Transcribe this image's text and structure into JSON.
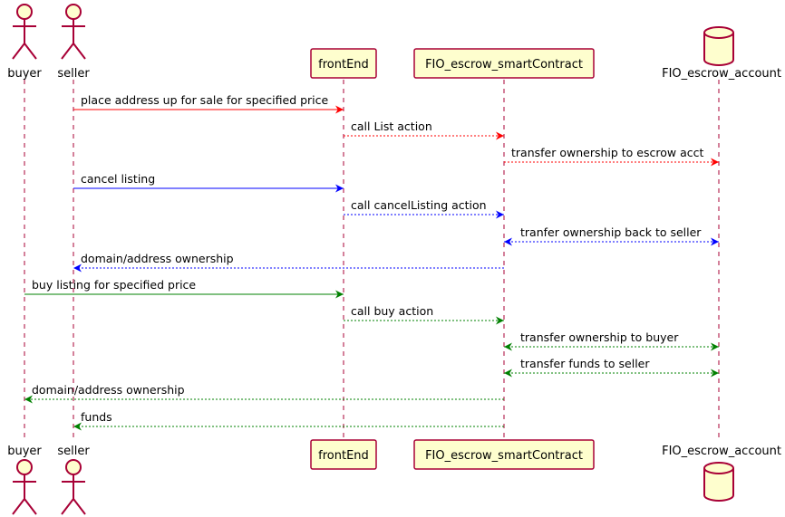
{
  "participants": [
    {
      "id": "buyer",
      "label": "buyer",
      "kind": "actor"
    },
    {
      "id": "seller",
      "label": "seller",
      "kind": "actor"
    },
    {
      "id": "frontEnd",
      "label": "frontEnd",
      "kind": "participant"
    },
    {
      "id": "contract",
      "label": "FIO_escrow_smartContract",
      "kind": "participant"
    },
    {
      "id": "account",
      "label": "FIO_escrow_account",
      "kind": "database"
    }
  ],
  "colors": {
    "red": "#FF0000",
    "blue": "#0000FF",
    "green": "#008000",
    "participant_border": "#A80036",
    "participant_fill": "#FEFECE"
  },
  "messages": [
    {
      "from": "seller",
      "to": "frontEnd",
      "label": "place address up for sale for specified price",
      "style": "solid",
      "color": "red",
      "bidirectional": false
    },
    {
      "from": "frontEnd",
      "to": "contract",
      "label": "call List action",
      "style": "dashed",
      "color": "red",
      "bidirectional": false
    },
    {
      "from": "contract",
      "to": "account",
      "label": "transfer ownership to escrow acct",
      "style": "dashed",
      "color": "red",
      "bidirectional": false
    },
    {
      "from": "seller",
      "to": "frontEnd",
      "label": "cancel listing",
      "style": "solid",
      "color": "blue",
      "bidirectional": false
    },
    {
      "from": "frontEnd",
      "to": "contract",
      "label": "call cancelListing action",
      "style": "dashed",
      "color": "blue",
      "bidirectional": false
    },
    {
      "from": "contract",
      "to": "account",
      "label": "tranfer ownership back to seller",
      "style": "dashed",
      "color": "blue",
      "bidirectional": true
    },
    {
      "from": "contract",
      "to": "seller",
      "label": "domain/address ownership",
      "style": "dashed",
      "color": "blue",
      "bidirectional": false
    },
    {
      "from": "buyer",
      "to": "frontEnd",
      "label": "buy listing for specified price",
      "style": "solid",
      "color": "green",
      "bidirectional": false
    },
    {
      "from": "frontEnd",
      "to": "contract",
      "label": "call buy action",
      "style": "dashed",
      "color": "green",
      "bidirectional": false
    },
    {
      "from": "contract",
      "to": "account",
      "label": "transfer ownership to buyer",
      "style": "dashed",
      "color": "green",
      "bidirectional": true
    },
    {
      "from": "contract",
      "to": "account",
      "label": "transfer funds to seller",
      "style": "dashed",
      "color": "green",
      "bidirectional": true
    },
    {
      "from": "contract",
      "to": "buyer",
      "label": "domain/address ownership",
      "style": "dashed",
      "color": "green",
      "bidirectional": false
    },
    {
      "from": "contract",
      "to": "seller",
      "label": "funds",
      "style": "dashed",
      "color": "green",
      "bidirectional": false
    }
  ]
}
